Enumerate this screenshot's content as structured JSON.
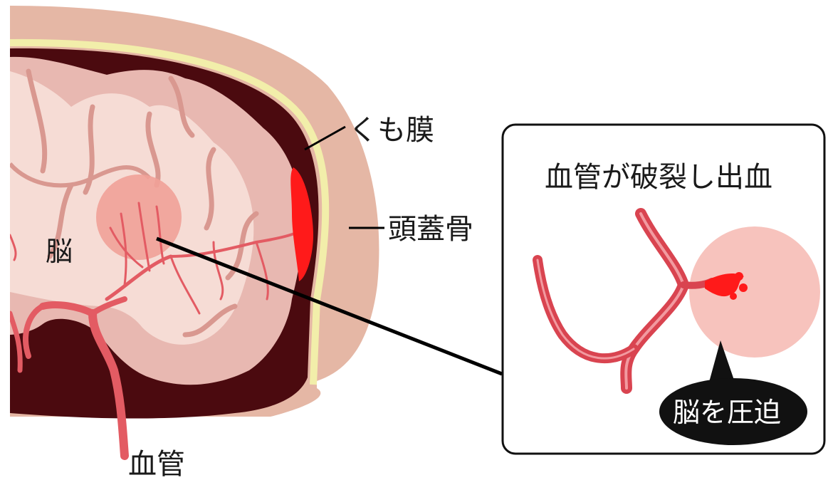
{
  "labels": {
    "arachnoid": "くも膜",
    "skull": "頭蓋骨",
    "brain": "脳",
    "vessel": "血管",
    "inset_title": "血管が破裂し出血",
    "compress": "脳を圧迫"
  },
  "colors": {
    "skull": "#e5b7a5",
    "arachnoid": "#f2eeaa",
    "dark_space": "#4b0a0f",
    "brain_outer": "#e8b8b1",
    "brain_inner": "#f6dcd5",
    "vessel": "#e35b63",
    "vessel_dark": "#c0323d",
    "hemorrhage": "#ff1a1a",
    "hematoma": "#f6b1aa",
    "leader": "#000000"
  }
}
